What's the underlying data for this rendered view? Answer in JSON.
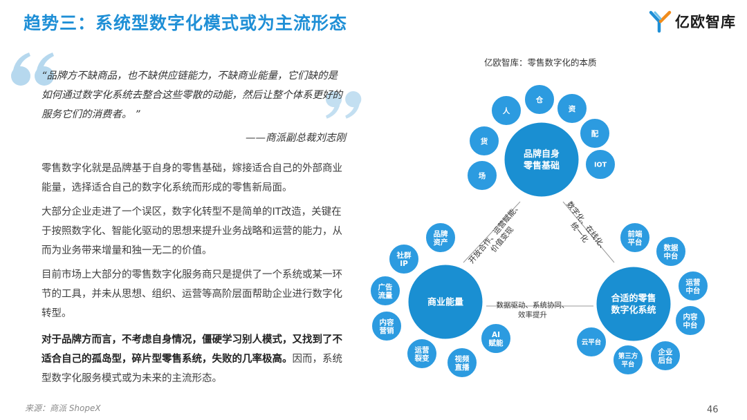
{
  "header": {
    "title": "趋势三：系统型数字化模式或为主流形态",
    "logo_text": "亿欧智库"
  },
  "quote": {
    "text": "“品牌方不缺商品，也不缺供应链能力，不缺商业能量，它们缺的是如何通过数字化系统去整合这些零散的动能，然后让整个体系更好的服务它们的消费者。 ”",
    "author": "——商派副总裁刘志刚"
  },
  "body": {
    "p1": "零售数字化就是品牌基于自身的零售基础，嫁接适合自己的外部商业能量，选择适合自己的数字化系统而形成的零售新局面。",
    "p2": "大部分企业走进了一个误区，数字化转型不是简单的IT改造，关键在于按照数字化、智能化驱动的思想来提升业务战略和运营的能力，从而为业务带来增量和独一无二的价值。",
    "p3": "目前市场上大部分的零售数字化服务商只是提供了一个系统或某一环节的工具，并未从思想、组织、运营等高阶层面帮助企业进行数字化转型。",
    "p4_bold": "对于品牌方而言，不考虑自身情况，僵硬学习别人模式，又找到了不适合自己的孤岛型，碎片型零售系统，失败的几率极高。",
    "p4_rest": "因而，系统型数字化服务模式或为未来的主流形态。"
  },
  "footer": {
    "source": "来源：商派 ShopeX",
    "page_number": "46"
  },
  "diagram": {
    "title": "亿欧智库：零售数字化的本质",
    "hubs": {
      "top": [
        "品牌自身",
        "零售基础"
      ],
      "left": [
        "商业能量"
      ],
      "right": [
        "合适的零售",
        "数字化系统"
      ]
    },
    "top_nodes": [
      [
        "场"
      ],
      [
        "货"
      ],
      [
        "人"
      ],
      [
        "仓"
      ],
      [
        "资"
      ],
      [
        "配"
      ],
      [
        "IOT"
      ]
    ],
    "left_nodes": [
      [
        "品牌",
        "资产"
      ],
      [
        "社群",
        "IP"
      ],
      [
        "广告",
        "流量"
      ],
      [
        "内容",
        "营销"
      ],
      [
        "运营",
        "裂变"
      ],
      [
        "视频",
        "直播"
      ],
      [
        "AI",
        "赋能"
      ]
    ],
    "right_nodes": [
      [
        "前端",
        "平台"
      ],
      [
        "数据",
        "中台"
      ],
      [
        "运营",
        "中台"
      ],
      [
        "内容",
        "中台"
      ],
      [
        "企业",
        "后台"
      ],
      [
        "第三方",
        "平台"
      ],
      [
        "云平台"
      ]
    ],
    "edge_labels": {
      "left_top": [
        "开放合作、运营赋能、",
        "价值变现"
      ],
      "right_top": [
        "数字化、在线化、",
        "统一化"
      ],
      "bottom": [
        "数据驱动、系统协同、",
        "效率提升"
      ]
    },
    "colors": {
      "hub": "#1a8fd2",
      "node": "#2c9be0",
      "node_stroke": "#ffffff",
      "line": "#999999",
      "text": "#ffffff"
    }
  }
}
